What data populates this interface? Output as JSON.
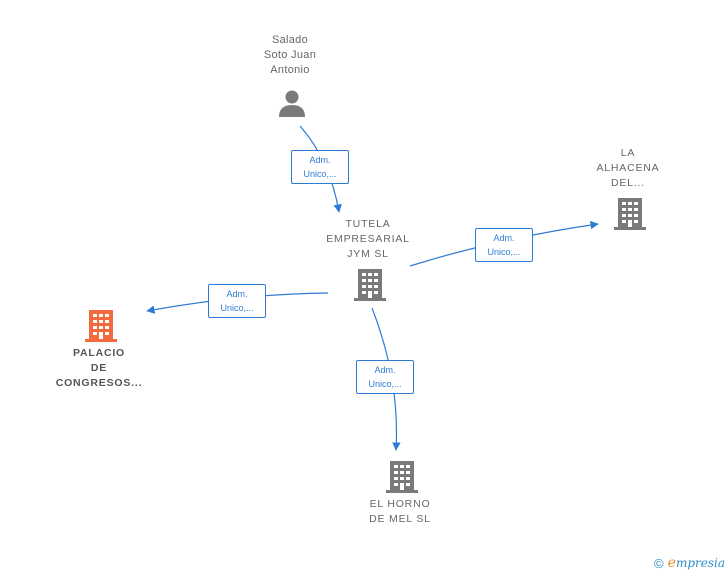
{
  "nodes": {
    "person": {
      "lines": [
        "Salado",
        "Soto Juan",
        "Antonio"
      ]
    },
    "tutela": {
      "lines": [
        "TUTELA",
        "EMPRESARIAL",
        "JYM  SL"
      ]
    },
    "alhacena": {
      "lines": [
        "LA",
        "ALHACENA",
        "DEL..."
      ]
    },
    "palacio": {
      "lines": [
        "PALACIO",
        "DE",
        "CONGRESOS..."
      ]
    },
    "horno": {
      "lines": [
        "EL HORNO",
        "DE MEL  SL"
      ]
    }
  },
  "edges": {
    "person_tutela": {
      "lines": [
        "Adm.",
        "Unico,..."
      ]
    },
    "tutela_alhacena": {
      "lines": [
        "Adm.",
        "Unico,..."
      ]
    },
    "tutela_palacio": {
      "lines": [
        "Adm.",
        "Unico,..."
      ]
    },
    "tutela_horno": {
      "lines": [
        "Adm.",
        "Unico,..."
      ]
    }
  },
  "colors": {
    "edge": "#2e7bd6",
    "building": "#7a7a7a",
    "building_highlight": "#f26a3d",
    "person": "#7a7a7a"
  },
  "icons": {
    "person": "person-icon",
    "building": "building-icon"
  },
  "brand": {
    "copyright": "©",
    "initial": "e",
    "rest": "mpresia"
  }
}
